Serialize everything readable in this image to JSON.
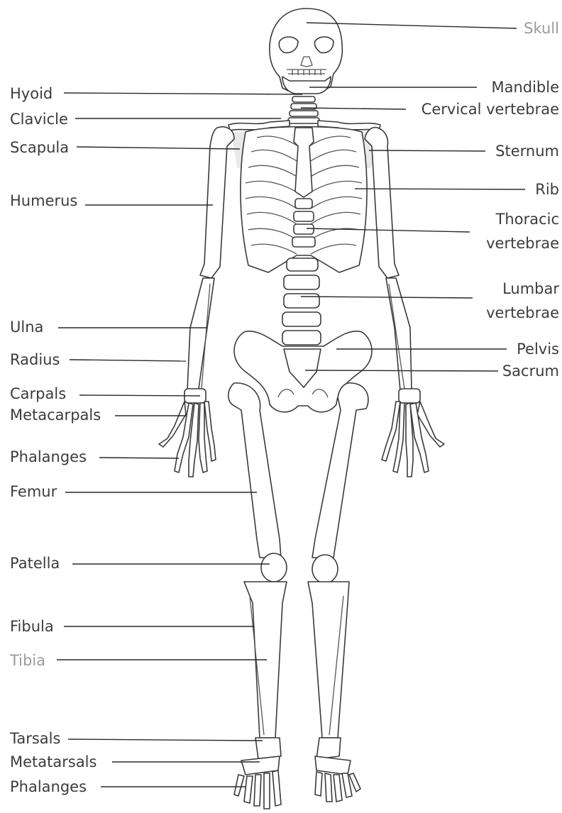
{
  "labels": {
    "skull": "Skull",
    "hyoid": "Hyoid",
    "mandible": "Mandible",
    "clavicle": "Clavicle",
    "cervical_vertebrae": "Cervical vertebrae",
    "scapula": "Scapula",
    "sternum": "Sternum",
    "rib": "Rib",
    "humerus": "Humerus",
    "thoracic_line1": "Thoracic",
    "thoracic_line2": "vertebrae",
    "lumbar_line1": "Lumbar",
    "lumbar_line2": "vertebrae",
    "ulna": "Ulna",
    "pelvis": "Pelvis",
    "radius": "Radius",
    "sacrum": "Sacrum",
    "carpals": "Carpals",
    "metacarpals": "Metacarpals",
    "phalanges_hand": "Phalanges",
    "femur": "Femur",
    "patella": "Patella",
    "fibula": "Fibula",
    "tibia": "Tibia",
    "tarsals": "Tarsals",
    "metatarsals": "Metatarsals",
    "phalanges_foot": "Phalanges"
  }
}
